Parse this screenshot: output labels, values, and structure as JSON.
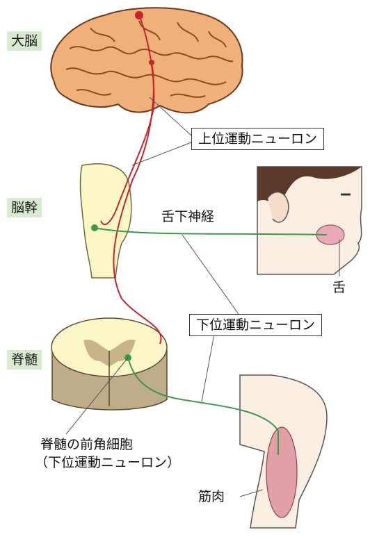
{
  "regions": {
    "cerebrum": "大脳",
    "brainstem": "脳幹",
    "spinal_cord": "脊髄"
  },
  "labels": {
    "upper_motor_neuron": "上位運動ニューロン",
    "lower_motor_neuron": "下位運動ニューロン",
    "hypoglossal_nerve": "舌下神経",
    "tongue": "舌",
    "anterior_horn_line1": "脊髄の前角細胞",
    "anterior_horn_line2": "（下位運動ニューロン）",
    "muscle": "筋肉"
  },
  "colors": {
    "upper_neuron": "#c8242b",
    "lower_neuron": "#3a9a4a",
    "brain_fill": "#f0b07a",
    "brainstem_fill": "#fbf6c8",
    "skin_fill": "#fbeee2",
    "region_tag_bg": "#d8ead0"
  }
}
